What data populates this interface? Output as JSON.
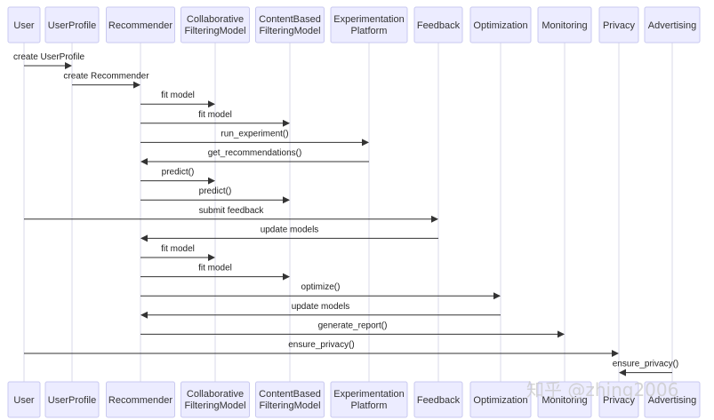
{
  "participants": [
    {
      "id": "User",
      "lines": [
        "User"
      ]
    },
    {
      "id": "UserProfile",
      "lines": [
        "UserProfile"
      ]
    },
    {
      "id": "Recommender",
      "lines": [
        "Recommender"
      ]
    },
    {
      "id": "CollaborativeFilteringModel",
      "lines": [
        "Collaborative",
        "FilteringModel"
      ]
    },
    {
      "id": "ContentBasedFilteringModel",
      "lines": [
        "ContentBased",
        "FilteringModel"
      ]
    },
    {
      "id": "ExperimentationPlatform",
      "lines": [
        "Experimentation",
        "Platform"
      ]
    },
    {
      "id": "Feedback",
      "lines": [
        "Feedback"
      ]
    },
    {
      "id": "Optimization",
      "lines": [
        "Optimization"
      ]
    },
    {
      "id": "Monitoring",
      "lines": [
        "Monitoring"
      ]
    },
    {
      "id": "Privacy",
      "lines": [
        "Privacy"
      ]
    },
    {
      "id": "Advertising",
      "lines": [
        "Advertising"
      ]
    }
  ],
  "messages": [
    {
      "from": "User",
      "to": "UserProfile",
      "label": "create UserProfile"
    },
    {
      "from": "UserProfile",
      "to": "Recommender",
      "label": "create Recommender"
    },
    {
      "from": "Recommender",
      "to": "CollaborativeFilteringModel",
      "label": "fit model"
    },
    {
      "from": "Recommender",
      "to": "ContentBasedFilteringModel",
      "label": "fit model"
    },
    {
      "from": "Recommender",
      "to": "ExperimentationPlatform",
      "label": "run_experiment()"
    },
    {
      "from": "ExperimentationPlatform",
      "to": "Recommender",
      "label": "get_recommendations()"
    },
    {
      "from": "Recommender",
      "to": "CollaborativeFilteringModel",
      "label": "predict()"
    },
    {
      "from": "Recommender",
      "to": "ContentBasedFilteringModel",
      "label": "predict()"
    },
    {
      "from": "User",
      "to": "Feedback",
      "label": "submit feedback"
    },
    {
      "from": "Feedback",
      "to": "Recommender",
      "label": "update models"
    },
    {
      "from": "Recommender",
      "to": "CollaborativeFilteringModel",
      "label": "fit model"
    },
    {
      "from": "Recommender",
      "to": "ContentBasedFilteringModel",
      "label": "fit model"
    },
    {
      "from": "Recommender",
      "to": "Optimization",
      "label": "optimize()"
    },
    {
      "from": "Optimization",
      "to": "Recommender",
      "label": "update models"
    },
    {
      "from": "Recommender",
      "to": "Monitoring",
      "label": "generate_report()"
    },
    {
      "from": "User",
      "to": "Privacy",
      "label": "ensure_privacy()"
    },
    {
      "from": "Advertising",
      "to": "Privacy",
      "label": "ensure_privacy()"
    }
  ],
  "watermark": "知乎 @zhing2006",
  "colors": {
    "actor_fill": "#ececff",
    "actor_border": "#c9c9f0",
    "line": "#333333",
    "lifeline": "#d8d8e8"
  }
}
